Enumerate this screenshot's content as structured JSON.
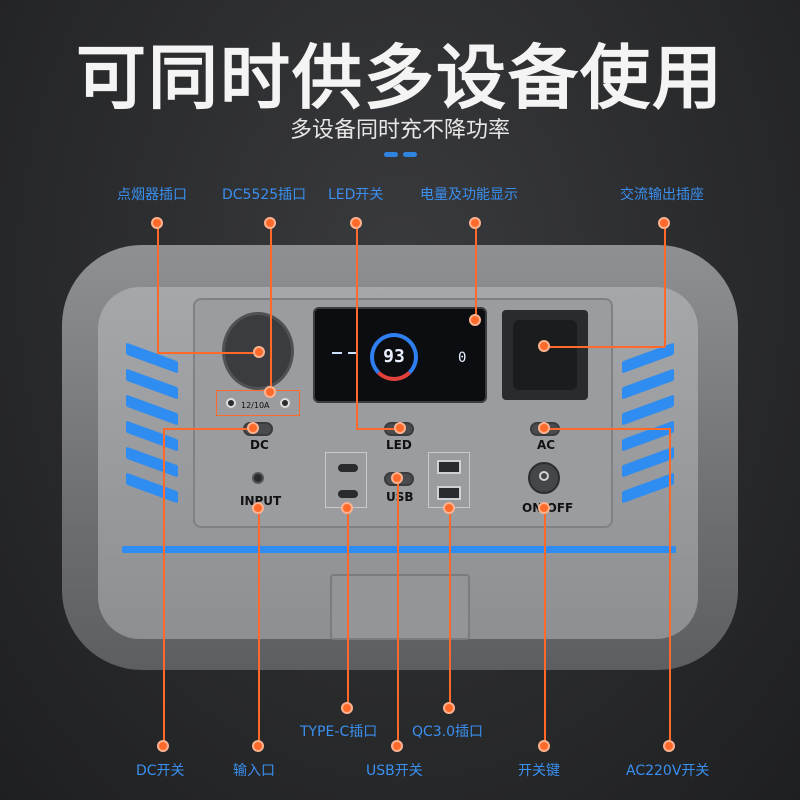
{
  "headline": "可同时供多设备使用",
  "subline": "多设备同时充不降功率",
  "callouts_top": {
    "cigarette": "点烟器插口",
    "dc5525": "DC5525插口",
    "led_switch": "LED开关",
    "display": "电量及功能显示",
    "ac_socket": "交流输出插座"
  },
  "callouts_bottom": {
    "typec": "TYPE-C插口",
    "qc30": "QC3.0插口",
    "dc_switch": "DC开关",
    "input": "输入口",
    "usb_switch": "USB开关",
    "power_key": "开关键",
    "ac220": "AC220V开关"
  },
  "device": {
    "dc_label": "DC",
    "led_label": "LED",
    "ac_label": "AC",
    "input_label": "INPUT",
    "usb_label": "USB",
    "onoff_label": "ON/OFF",
    "dc_rating": "12/10A",
    "lcd_percent": "93",
    "lcd_right_value": "0"
  },
  "colors": {
    "accent": "#2f8cf0",
    "callout": "#ff6a2a",
    "label": "#3a8ff0"
  }
}
